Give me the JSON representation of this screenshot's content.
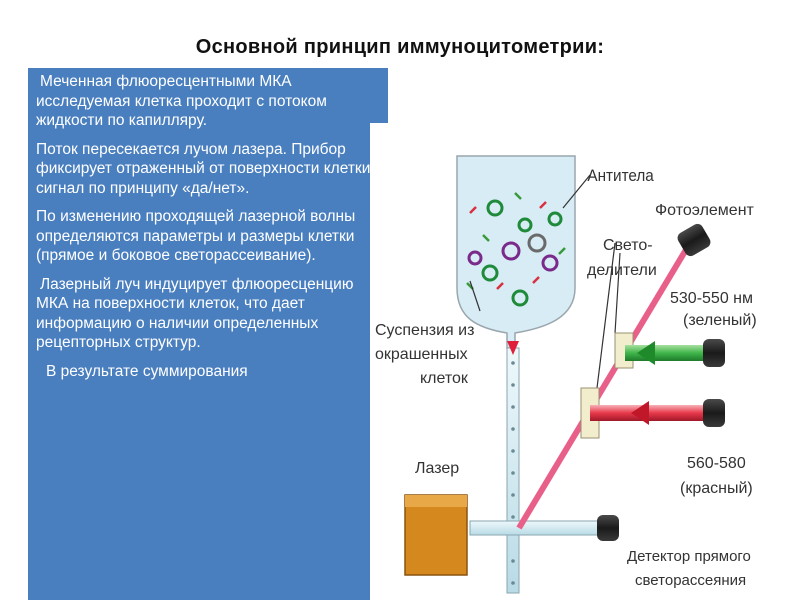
{
  "slide": {
    "title": "Основной принцип иммуноцитометрии:"
  },
  "panel": {
    "paragraphs": [
      "Меченная флюоресцентными МКА исследуемая клетка проходит с потоком жидкости по капилляру.",
      "Поток пересекается лучом лазера. Прибор фиксирует отраженный от поверхности клетки сигнал по принципу «да/нет».",
      "По изменению проходящей лазерной волны определяются параметры и размеры клетки (прямое и боковое светорассеивание).",
      "Лазерный луч индуцирует флюоресценцию МКА на поверхности клеток, что дает информацию о наличии определенных рецепторных структур.",
      "В результате суммирования"
    ]
  },
  "diagram": {
    "labels": {
      "antibodies": "Антитела",
      "photoelement": "Фотоэлемент",
      "splitters_1": "Свето-",
      "splitters_2": "делители",
      "green_range": "530-550 нм",
      "green_name": "(зеленый)",
      "suspension_1": "Суспензия из",
      "suspension_2": "окрашенных",
      "suspension_3": "клеток",
      "laser": "Лазер",
      "red_range": "560-580",
      "red_name": "(красный)",
      "detector_1": "Детектор прямого",
      "detector_2": "светорассеяния"
    },
    "colors": {
      "panel": "#4a7fbf",
      "pink_beam": "#e8608a",
      "green_beam": "#3fb54a",
      "red_beam": "#e8384a",
      "laser_box": "#d4881e",
      "capillary": "#dbeef4"
    }
  }
}
